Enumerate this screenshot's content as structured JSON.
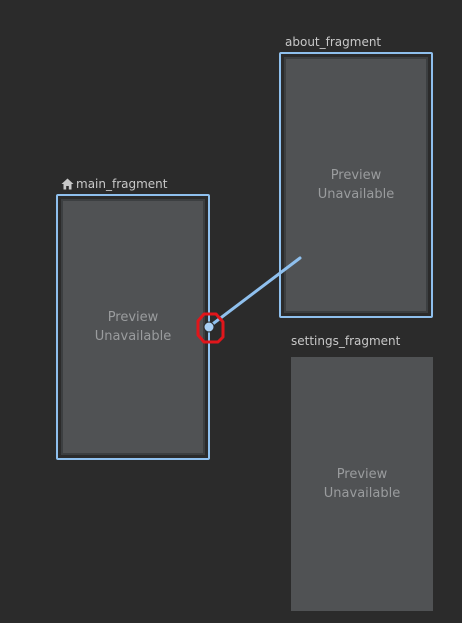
{
  "graph": {
    "destinations": {
      "main": {
        "title": "main_fragment",
        "is_start": true,
        "icon": "home-icon",
        "preview_line1": "Preview",
        "preview_line2": "Unavailable"
      },
      "about": {
        "title": "about_fragment",
        "preview_line1": "Preview",
        "preview_line2": "Unavailable"
      },
      "settings": {
        "title": "settings_fragment",
        "preview_line1": "Preview",
        "preview_line2": "Unavailable"
      }
    },
    "action_from": "main_fragment",
    "action_to": "about_fragment"
  },
  "colors": {
    "canvas_bg": "#2b2b2b",
    "selection_border": "#8fc0ee",
    "preview_bg": "#505254",
    "preview_text": "#9a9c9e",
    "action_line": "#8fc0ee",
    "highlight": "#e0161b"
  }
}
